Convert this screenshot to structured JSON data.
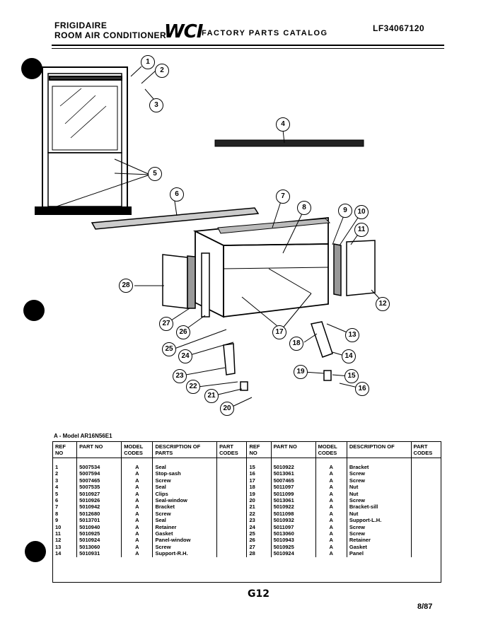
{
  "header": {
    "brand": "FRIGIDAIRE",
    "product": "ROOM AIR CONDITIONER",
    "logo": "WCI",
    "catalog": "FACTORY PARTS CATALOG",
    "catalog_no": "LF34067120"
  },
  "diagram": {
    "callouts": [
      "1",
      "2",
      "3",
      "4",
      "5",
      "6",
      "7",
      "8",
      "9",
      "10",
      "11",
      "12",
      "13",
      "14",
      "15",
      "16",
      "17",
      "18",
      "19",
      "20",
      "21",
      "22",
      "23",
      "24",
      "25",
      "26",
      "27",
      "28"
    ]
  },
  "model_note": "A - Model AR16N56E1",
  "table": {
    "headers": {
      "ref": "REF NO",
      "part": "PART NO",
      "model": "MODEL CODES",
      "desc_left": "DESCRIPTION OF PARTS",
      "part_codes": "PART CODES",
      "desc_right": "DESCRIPTION OF",
      "part_codes_right": "PART CODES"
    },
    "left_rows": [
      {
        "ref": "1",
        "part": "5007534",
        "code": "A",
        "desc": "Seal"
      },
      {
        "ref": "2",
        "part": "5007594",
        "code": "A",
        "desc": "Stop-sash"
      },
      {
        "ref": "3",
        "part": "5007465",
        "code": "A",
        "desc": "Screw"
      },
      {
        "ref": "4",
        "part": "5007535",
        "code": "A",
        "desc": "Seal"
      },
      {
        "ref": "5",
        "part": "5010927",
        "code": "A",
        "desc": "Clips"
      },
      {
        "ref": "6",
        "part": "5010926",
        "code": "A",
        "desc": "Seal-window"
      },
      {
        "ref": "7",
        "part": "5010942",
        "code": "A",
        "desc": "Bracket"
      },
      {
        "ref": "8",
        "part": "5012680",
        "code": "A",
        "desc": "Screw"
      },
      {
        "ref": "9",
        "part": "5013701",
        "code": "A",
        "desc": "Seal"
      },
      {
        "ref": "10",
        "part": "5010940",
        "code": "A",
        "desc": "Retainer"
      },
      {
        "ref": "11",
        "part": "5010925",
        "code": "A",
        "desc": "Gasket"
      },
      {
        "ref": "12",
        "part": "5010924",
        "code": "A",
        "desc": "Panel-window"
      },
      {
        "ref": "13",
        "part": "5013060",
        "code": "A",
        "desc": "Screw"
      },
      {
        "ref": "14",
        "part": "5010931",
        "code": "A",
        "desc": "Support-R.H."
      }
    ],
    "right_rows": [
      {
        "ref": "15",
        "part": "5010922",
        "code": "A",
        "desc": "Bracket"
      },
      {
        "ref": "16",
        "part": "5013061",
        "code": "A",
        "desc": "Screw"
      },
      {
        "ref": "17",
        "part": "5007465",
        "code": "A",
        "desc": "Screw"
      },
      {
        "ref": "18",
        "part": "5011097",
        "code": "A",
        "desc": "Nut"
      },
      {
        "ref": "19",
        "part": "5011099",
        "code": "A",
        "desc": "Nut"
      },
      {
        "ref": "20",
        "part": "5013061",
        "code": "A",
        "desc": "Screw"
      },
      {
        "ref": "21",
        "part": "5010922",
        "code": "A",
        "desc": "Bracket-sill"
      },
      {
        "ref": "22",
        "part": "5011098",
        "code": "A",
        "desc": "Nut"
      },
      {
        "ref": "23",
        "part": "5010932",
        "code": "A",
        "desc": "Support-L.H."
      },
      {
        "ref": "24",
        "part": "5011097",
        "code": "A",
        "desc": "Screw"
      },
      {
        "ref": "25",
        "part": "5013060",
        "code": "A",
        "desc": "Screw"
      },
      {
        "ref": "26",
        "part": "5010943",
        "code": "A",
        "desc": "Retainer"
      },
      {
        "ref": "27",
        "part": "5010925",
        "code": "A",
        "desc": "Gasket"
      },
      {
        "ref": "28",
        "part": "5010924",
        "code": "A",
        "desc": "Panel"
      }
    ]
  },
  "footer": {
    "page": "G12",
    "date": "8/87"
  }
}
